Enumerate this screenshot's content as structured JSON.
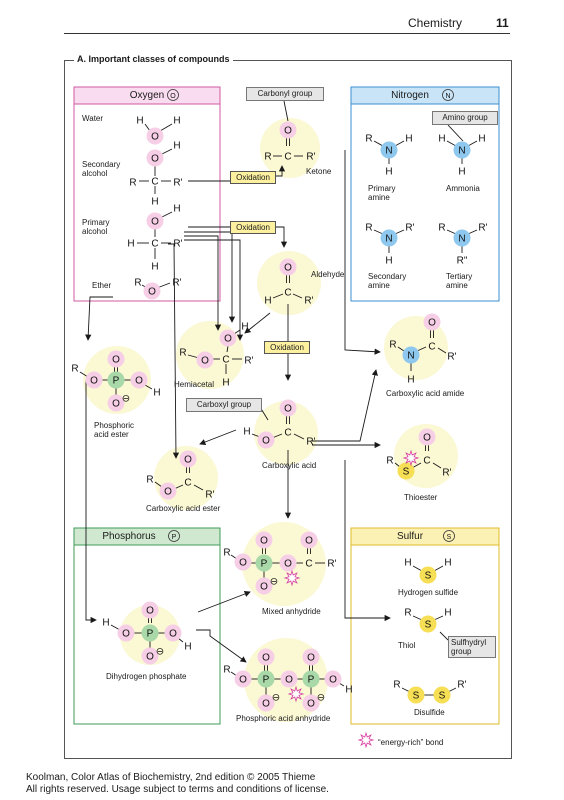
{
  "header": {
    "book_section": "Chemistry",
    "page_number": "11"
  },
  "section_title": "A. Important classes of compounds",
  "groups": {
    "oxygen": {
      "title": "Oxygen",
      "symbol": "O",
      "color": "#f9dcef",
      "border": "#d05aa0",
      "labels": {
        "water": "Water",
        "secondary_alcohol": "Secondary\nalcohol",
        "primary_alcohol": "Primary\nalcohol",
        "ether": "Ether"
      }
    },
    "nitrogen": {
      "title": "Nitrogen",
      "symbol": "N",
      "color": "#c8e4f6",
      "border": "#3b8fd0",
      "labels": {
        "primary_amine": "Primary\namine",
        "ammonia": "Ammonia",
        "secondary_amine": "Secondary\namine",
        "tertiary_amine": "Tertiary\namine"
      }
    },
    "phosphorus": {
      "title": "Phosphorus",
      "symbol": "P",
      "color": "#cfe8cf",
      "border": "#3f9b5a",
      "labels": {
        "dihydrogen_phosphate": "Dihydrogen phosphate"
      }
    },
    "sulfur": {
      "title": "Sulfur",
      "symbol": "S",
      "color": "#fbf1b5",
      "border": "#e0bb2a",
      "labels": {
        "hydrogen_sulfide": "Hydrogen sulfide",
        "thiol": "Thiol",
        "disulfide": "Disulfide"
      }
    }
  },
  "callouts": {
    "carbonyl_group": "Carbonyl group",
    "amino_group": "Amino group",
    "carboxyl_group": "Carboxyl group",
    "sulfhydryl_group": "Sulfhydryl\ngroup",
    "oxidation_1": "Oxidation",
    "oxidation_2": "Oxidation",
    "oxidation_3": "Oxidation"
  },
  "compounds": {
    "ketone": "Ketone",
    "aldehyde": "Aldehyde",
    "hemiacetal": "Hemiacetal",
    "carboxylic_acid": "Carboxylic acid",
    "carboxylic_acid_amide": "Carboxylic acid amide",
    "phosphoric_acid_ester": "Phosphoric\nacid ester",
    "carboxylic_acid_ester": "Carboxylic acid ester",
    "thioester": "Thioester",
    "mixed_anhydride": "Mixed anhydride",
    "phosphoric_acid_anhydride": "Phosphoric acid anhydride"
  },
  "legend": {
    "energy_rich_bond": "“energy-rich” bond"
  },
  "footer": {
    "line1": "Koolman, Color Atlas of Biochemistry, 2nd edition © 2005 Thieme",
    "line2": "All rights reserved. Usage subject to terms and conditions of license."
  },
  "atoms": {
    "O": "O",
    "H": "H",
    "C": "C",
    "N": "N",
    "P": "P",
    "S": "S",
    "R": "R",
    "R1": "R'",
    "R2": "R\"",
    "minus": "⊖",
    "dbl": "="
  },
  "colors": {
    "atom_O": "#f6cfe6",
    "atom_N": "#8ec8ef",
    "atom_P": "#a9d8a9",
    "atom_S": "#f6df55",
    "halo": "#fbf8d4",
    "oxidation_fill": "#fdf1a0",
    "callout_fill": "#e6e6e6",
    "star": "#d63fa0"
  }
}
